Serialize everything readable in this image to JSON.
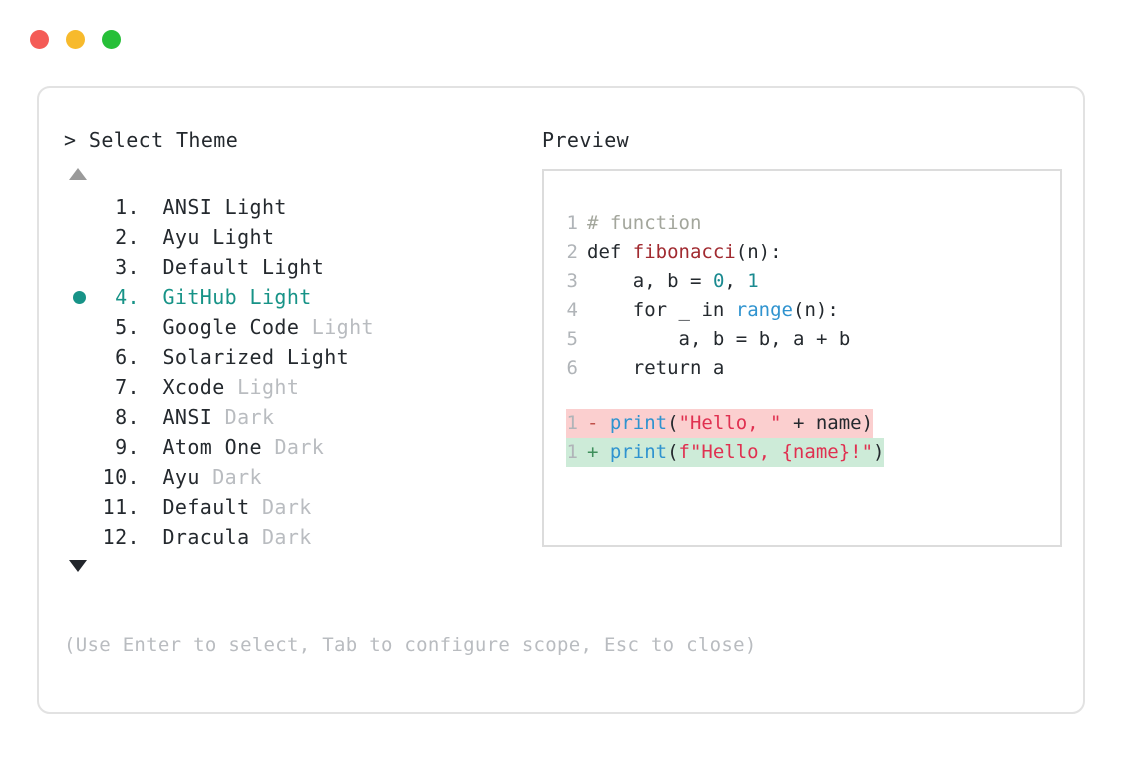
{
  "window": {
    "dots": [
      {
        "name": "close-dot",
        "color": "#f45b56"
      },
      {
        "name": "minimize-dot",
        "color": "#f7ba2c"
      },
      {
        "name": "maximize-dot",
        "color": "#26bf38"
      }
    ]
  },
  "left_panel": {
    "prompt": "> Select Theme",
    "scroll_up_icon": "triangle-up",
    "scroll_down_icon": "triangle-down",
    "selected_index": 4,
    "selected_color": "#179387",
    "themes": [
      {
        "index": "1.",
        "name": "ANSI",
        "suffix": "Light",
        "suffix_dim": false
      },
      {
        "index": "2.",
        "name": "Ayu",
        "suffix": "Light",
        "suffix_dim": false
      },
      {
        "index": "3.",
        "name": "Default",
        "suffix": "Light",
        "suffix_dim": false
      },
      {
        "index": "4.",
        "name": "GitHub",
        "suffix": "Light",
        "suffix_dim": false
      },
      {
        "index": "5.",
        "name": "Google Code",
        "suffix": "Light",
        "suffix_dim": true
      },
      {
        "index": "6.",
        "name": "Solarized",
        "suffix": "Light",
        "suffix_dim": false
      },
      {
        "index": "7.",
        "name": "Xcode",
        "suffix": "Light",
        "suffix_dim": true
      },
      {
        "index": "8.",
        "name": "ANSI",
        "suffix": "Dark",
        "suffix_dim": true
      },
      {
        "index": "9.",
        "name": "Atom One",
        "suffix": "Dark",
        "suffix_dim": true
      },
      {
        "index": "10.",
        "name": "Ayu",
        "suffix": "Dark",
        "suffix_dim": true
      },
      {
        "index": "11.",
        "name": "Default",
        "suffix": "Dark",
        "suffix_dim": true
      },
      {
        "index": "12.",
        "name": "Dracula",
        "suffix": "Dark",
        "suffix_dim": true
      }
    ]
  },
  "right_panel": {
    "title": "Preview",
    "code": {
      "lines": [
        {
          "n": "1",
          "text": "# function"
        },
        {
          "n": "2",
          "text": "def fibonacci(n):"
        },
        {
          "n": "3",
          "text": "    a, b = 0, 1"
        },
        {
          "n": "4",
          "text": "    for _ in range(n):"
        },
        {
          "n": "5",
          "text": "        a, b = b, a + b"
        },
        {
          "n": "6",
          "text": "    return a"
        }
      ],
      "diff": [
        {
          "n": "1",
          "marker": "-",
          "text": "print(\"Hello, \" + name)",
          "kind": "removed"
        },
        {
          "n": "1",
          "marker": "+",
          "text": "print(f\"Hello, {name}!\")",
          "kind": "added"
        }
      ]
    }
  },
  "footer": {
    "hint": "(Use Enter to select, Tab to configure scope, Esc to close)"
  }
}
